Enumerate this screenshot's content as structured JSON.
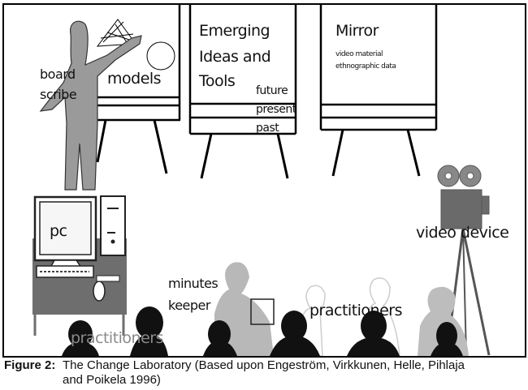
{
  "diagram": {
    "boards": {
      "models": {
        "title": "models"
      },
      "emerging": {
        "title_lines": [
          "Emerging",
          "Ideas and",
          "Tools"
        ],
        "rows": [
          "future",
          "present",
          "past"
        ]
      },
      "mirror": {
        "title": "Mirror",
        "lines": [
          "video material",
          "ethnographic data"
        ]
      }
    },
    "labels": {
      "board_scribe": [
        "board",
        "scribe"
      ],
      "pc": "pc",
      "video_device": "video device",
      "minutes_keeper": [
        "minutes",
        "keeper"
      ],
      "practitioners_front": "practitioners",
      "practitioners_right": "practitioners"
    }
  },
  "caption": {
    "label": "Figure 2:",
    "text_line1": "The Change Laboratory (Based upon Engeström, Virkkunen, Helle, Pihlaja",
    "text_line2": "and Poikela 1996)"
  }
}
